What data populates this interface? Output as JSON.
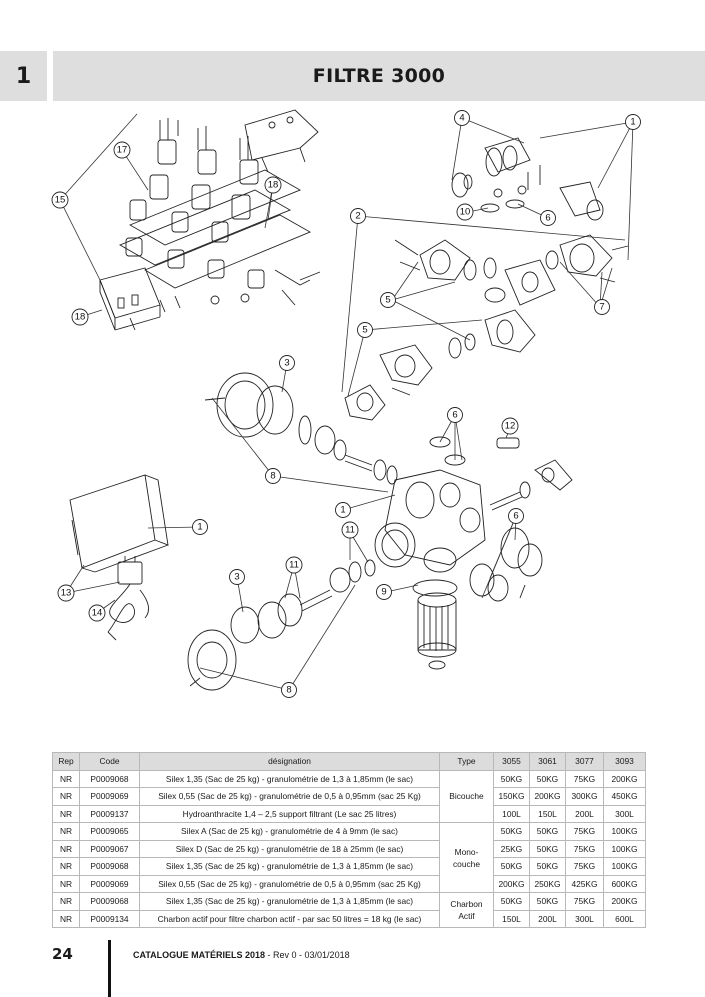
{
  "header": {
    "section_number": "1",
    "title": "FILTRE 3000"
  },
  "callouts": [
    "1",
    "1",
    "1",
    "2",
    "3",
    "3",
    "4",
    "5",
    "5",
    "6",
    "6",
    "6",
    "7",
    "8",
    "8",
    "9",
    "10",
    "11",
    "11",
    "12",
    "13",
    "14",
    "15",
    "17",
    "18",
    "18"
  ],
  "table": {
    "headers": [
      "Rep",
      "Code",
      "désignation",
      "Type",
      "3055",
      "3061",
      "3077",
      "3093"
    ],
    "rows": [
      [
        "NR",
        "P0009068",
        "Silex 1,35 (Sac de 25 kg) - granulométrie de 1,3 à 1,85mm (le sac)",
        "50KG",
        "50KG",
        "75KG",
        "200KG"
      ],
      [
        "NR",
        "P0009069",
        "Silex 0,55 (Sac de 25 kg) - granulométrie de 0,5 à 0,95mm (sac 25 Kg)",
        "150KG",
        "200KG",
        "300KG",
        "450KG"
      ],
      [
        "NR",
        "P0009137",
        "Hydroanthracite 1,4 – 2,5 support filtrant  (Le sac 25 litres)",
        "100L",
        "150L",
        "200L",
        "300L"
      ],
      [
        "NR",
        "P0009065",
        "Silex A (Sac de 25 kg) - granulométrie de 4 à 9mm (le sac)",
        "50KG",
        "50KG",
        "75KG",
        "100KG"
      ],
      [
        "NR",
        "P0009067",
        "Silex D (Sac de 25 kg) - granulométrie de 18 à 25mm (le sac)",
        "25KG",
        "50KG",
        "75KG",
        "100KG"
      ],
      [
        "NR",
        "P0009068",
        "Silex 1,35 (Sac de 25 kg) - granulométrie de 1,3 à 1,85mm (le sac)",
        "50KG",
        "50KG",
        "75KG",
        "100KG"
      ],
      [
        "NR",
        "P0009069",
        "Silex 0,55 (Sac de 25 kg) - granulométrie de 0,5 à 0,95mm (sac 25 Kg)",
        "200KG",
        "250KG",
        "425KG",
        "600KG"
      ],
      [
        "NR",
        "P0009068",
        "Silex 1,35 (Sac de 25 kg) - granulométrie de 1,3 à 1,85mm (le sac)",
        "50KG",
        "50KG",
        "75KG",
        "200KG"
      ],
      [
        "NR",
        "P0009134",
        "Charbon actif pour filtre charbon actif  - par sac 50 litres = 18 kg (le sac)",
        "150L",
        "200L",
        "300L",
        "600L"
      ]
    ],
    "types": [
      "Bicouche",
      "Mono-couche",
      "Charbon Actif"
    ]
  },
  "footer": {
    "page_number": "24",
    "catalogue": "CATALOGUE MATÉRIELS 2018",
    "revision": " - Rev 0 - 03/01/2018"
  }
}
